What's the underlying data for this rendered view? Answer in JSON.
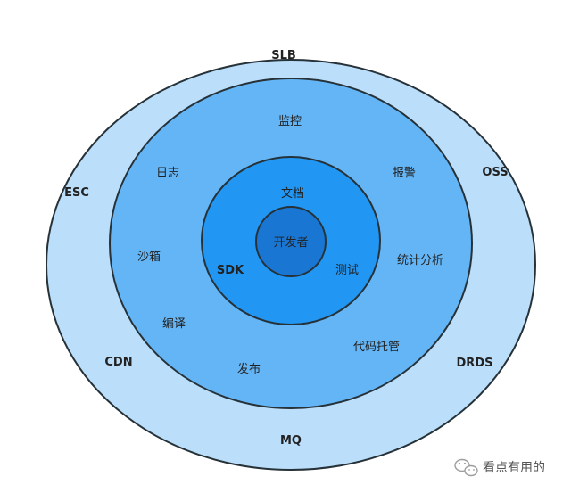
{
  "colors": {
    "outer_ring": "#bbdefb",
    "middle_ring": "#64b5f6",
    "inner_ring": "#2196f3",
    "core": "#1976d2",
    "stroke": "#263238"
  },
  "rings": {
    "outer": [
      "SLB",
      "OSS",
      "DRDS",
      "MQ",
      "CDN",
      "ESC"
    ],
    "middle": [
      "监控",
      "报警",
      "统计分析",
      "代码托管",
      "发布",
      "编译",
      "沙箱",
      "日志"
    ],
    "inner": [
      "文档",
      "测试",
      "SDK"
    ],
    "core": "开发者"
  },
  "watermark": {
    "icon": "wechat-icon",
    "text": "看点有用的"
  }
}
